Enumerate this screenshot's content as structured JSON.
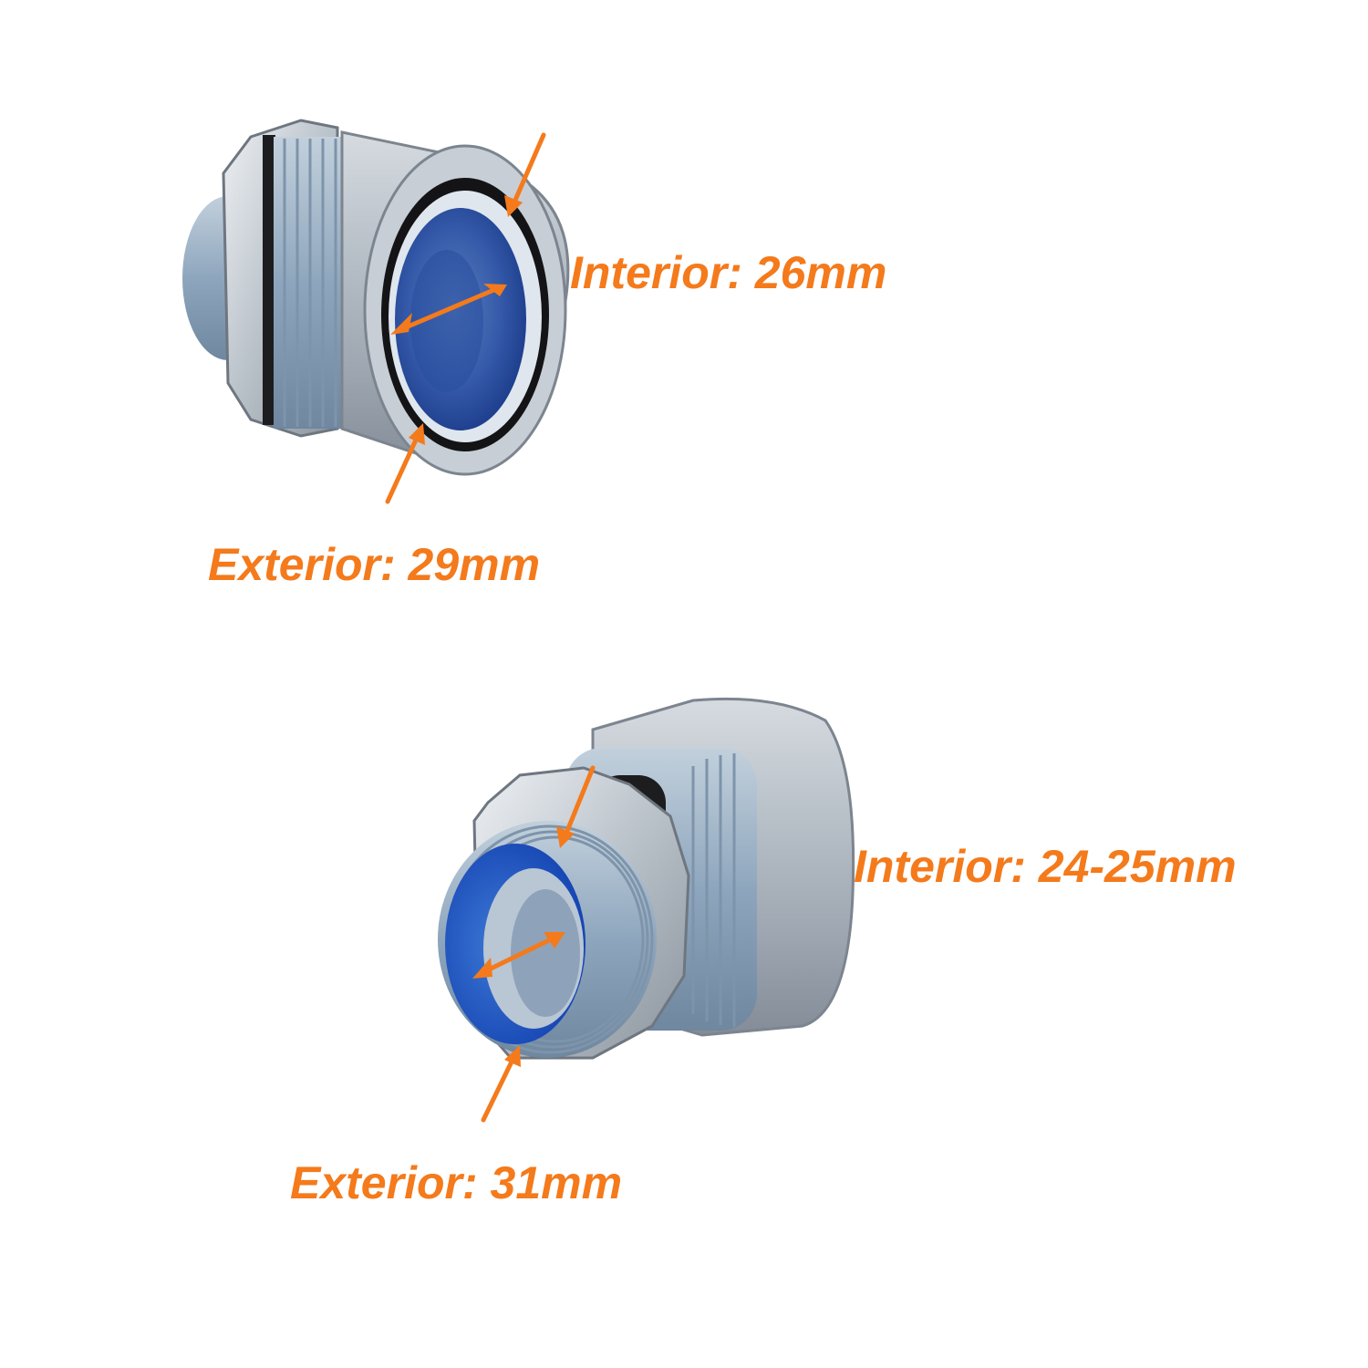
{
  "accent_color": "#f47a1b",
  "fitting_top": {
    "interior_label": "Interior: 26mm",
    "exterior_label": "Exterior: 29mm"
  },
  "fitting_bottom": {
    "interior_label": "Interior: 24-25mm",
    "exterior_label": "Exterior: 31mm"
  }
}
